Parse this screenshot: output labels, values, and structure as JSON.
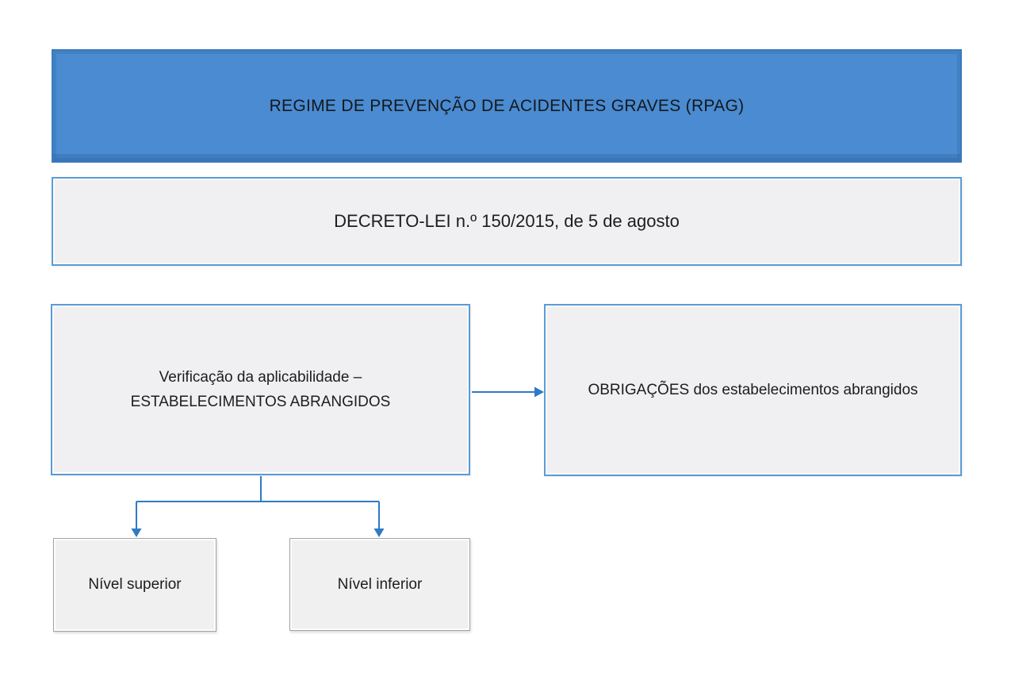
{
  "diagram": {
    "banner": {
      "label": "REGIME DE PREVENÇÃO DE ACIDENTES GRAVES (RPAG)"
    },
    "law": {
      "label": "DECRETO-LEI n.º 150/2015, de 5 de agosto"
    },
    "applicability": {
      "line1": "Verificação da aplicabilidade –",
      "line2": "ESTABELECIMENTOS ABRANGIDOS"
    },
    "obligations": {
      "label": "OBRIGAÇÕES dos estabelecimentos abrangidos"
    },
    "upper_tier": {
      "label": "Nível superior"
    },
    "lower_tier": {
      "label": "Nível inferior"
    },
    "edges": [
      {
        "from": "applicability",
        "to": "obligations",
        "style": "arrow-right"
      },
      {
        "from": "applicability",
        "to": "upper_tier",
        "style": "arrow-down"
      },
      {
        "from": "applicability",
        "to": "lower_tier",
        "style": "arrow-down"
      }
    ]
  },
  "colors": {
    "banner_fill": "#4a8bd1",
    "banner_border": "#3a7abd",
    "blue_box_border": "#5b9bd5",
    "gray_box_fill": "#f0eff1",
    "tier_box_border": "#a3a4a8",
    "connector_blue": "#2e7bc4",
    "text_dark": "#1d1d20"
  }
}
